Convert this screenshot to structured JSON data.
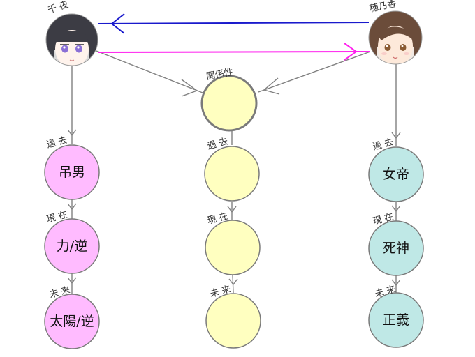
{
  "people": {
    "left": {
      "name": "千 夜",
      "portrait": "dark-haired-girl-portrait"
    },
    "right": {
      "name": "穂乃香",
      "portrait": "brown-haired-girl-portrait"
    }
  },
  "relation": {
    "label": "関係性"
  },
  "columns": {
    "left": {
      "past_label": "過 去",
      "present_label": "現 在",
      "future_label": "未 来",
      "past": "吊男",
      "present": "力/逆",
      "future": "太陽/逆"
    },
    "center": {
      "past_label": "過 去",
      "present_label": "現 在",
      "future_label": "未 来",
      "past": "",
      "present": "",
      "future": ""
    },
    "right": {
      "past_label": "過 去",
      "present_label": "現 在",
      "future_label": "未 来",
      "past": "女帝",
      "present": "死神",
      "future": "正義"
    }
  },
  "colors": {
    "pink": "#ffbbff",
    "yellow": "#ffffc0",
    "teal": "#bfe8e6",
    "blue_arrow": "#1a1acc",
    "magenta_arrow": "#ff22ee",
    "gray": "#808080"
  }
}
